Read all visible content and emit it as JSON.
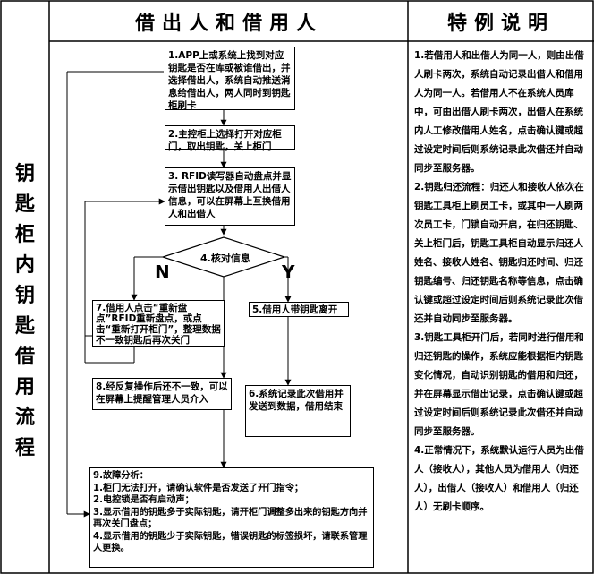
{
  "header": {
    "left_title": "借出人和借用人",
    "right_title": "特例说明"
  },
  "side_title_chars": [
    "钥",
    "匙",
    "柜",
    "内",
    "钥",
    "匙",
    "借",
    "用",
    "流",
    "程"
  ],
  "flow": {
    "step1": "1.APP上或系统上找到对应钥匙是否在库或被谁借出，并选择借出人，系统自动推送消息给借出人，两人同时到钥匙柜刷卡",
    "step2": "2.主控柜上选择打开对应柜门，取出钥匙，关上柜门",
    "step3": "3. RFID读写器自动盘点并显示借出钥匙以及借用人出借人信息，可以在屏幕上互换借用人和出借人",
    "step4": "4.核对信息",
    "step5": "5.借用人带钥匙离开",
    "step6": "6.系统记录此次借用并发送到数据，借用结束",
    "step7": "7.借用人点击“重新盘点”RFID重新盘点，或点击“重新打开柜门”，整理数据不一致钥匙后再次关门",
    "step8": "8.经反复操作后还不一致，可以在屏幕上提醒管理人员介入",
    "step9": "9.故障分析：\n1.柜门无法打开，请确认软件是否发送了开门指令；\n2.电控锁是否有启动声；\n3.显示借用的钥匙多于实际钥匙，请开柜门调整多出来的钥匙方向并再次关门盘点；\n4.显示借用的钥匙少于实际钥匙，错误钥匙的标签损坏，请联系管理人更换。",
    "label_n": "N",
    "label_y": "Y"
  },
  "notes": [
    "1.若借用人和出借人为同一人，则由出借人刷卡两次，系统自动记录出借人和借用人为同一人。若借用人不在系统人员库中，可由出借人刷卡两次，出借人在系统内人工修改借用人姓名，点击确认键或超过设定时间后则系统记录此次借还并自动同步至服务器。",
    "2.钥匙归还流程：归还人和接收人依次在钥匙工具柜上刷员工卡，或其中一人刷两次员工卡，门锁自动开启，在归还钥匙、关上柜门后，钥匙工具柜自动显示归还人姓名、接收人姓名、钥匙归还时间、归还钥匙编号、归还钥匙名称等信息，点击确认键或超过设定时间后则系统记录此次借还并自动同步至服务器。",
    "3.钥匙工具柜开门后，若同时进行借用和归还钥匙的操作，系统应能根据柜内钥匙变化情况，自动识别钥匙的借用和归还，并在屏幕显示借出记录，点击确认键或超过设定时间后则系统记录此次借还并自动同步至服务器。",
    "4.正常情况下，系统默认运行人员为出借人（接收人），其他人员为借用人（归还人），出借人（接收人）和借用人（归还人）无刷卡顺序。"
  ]
}
